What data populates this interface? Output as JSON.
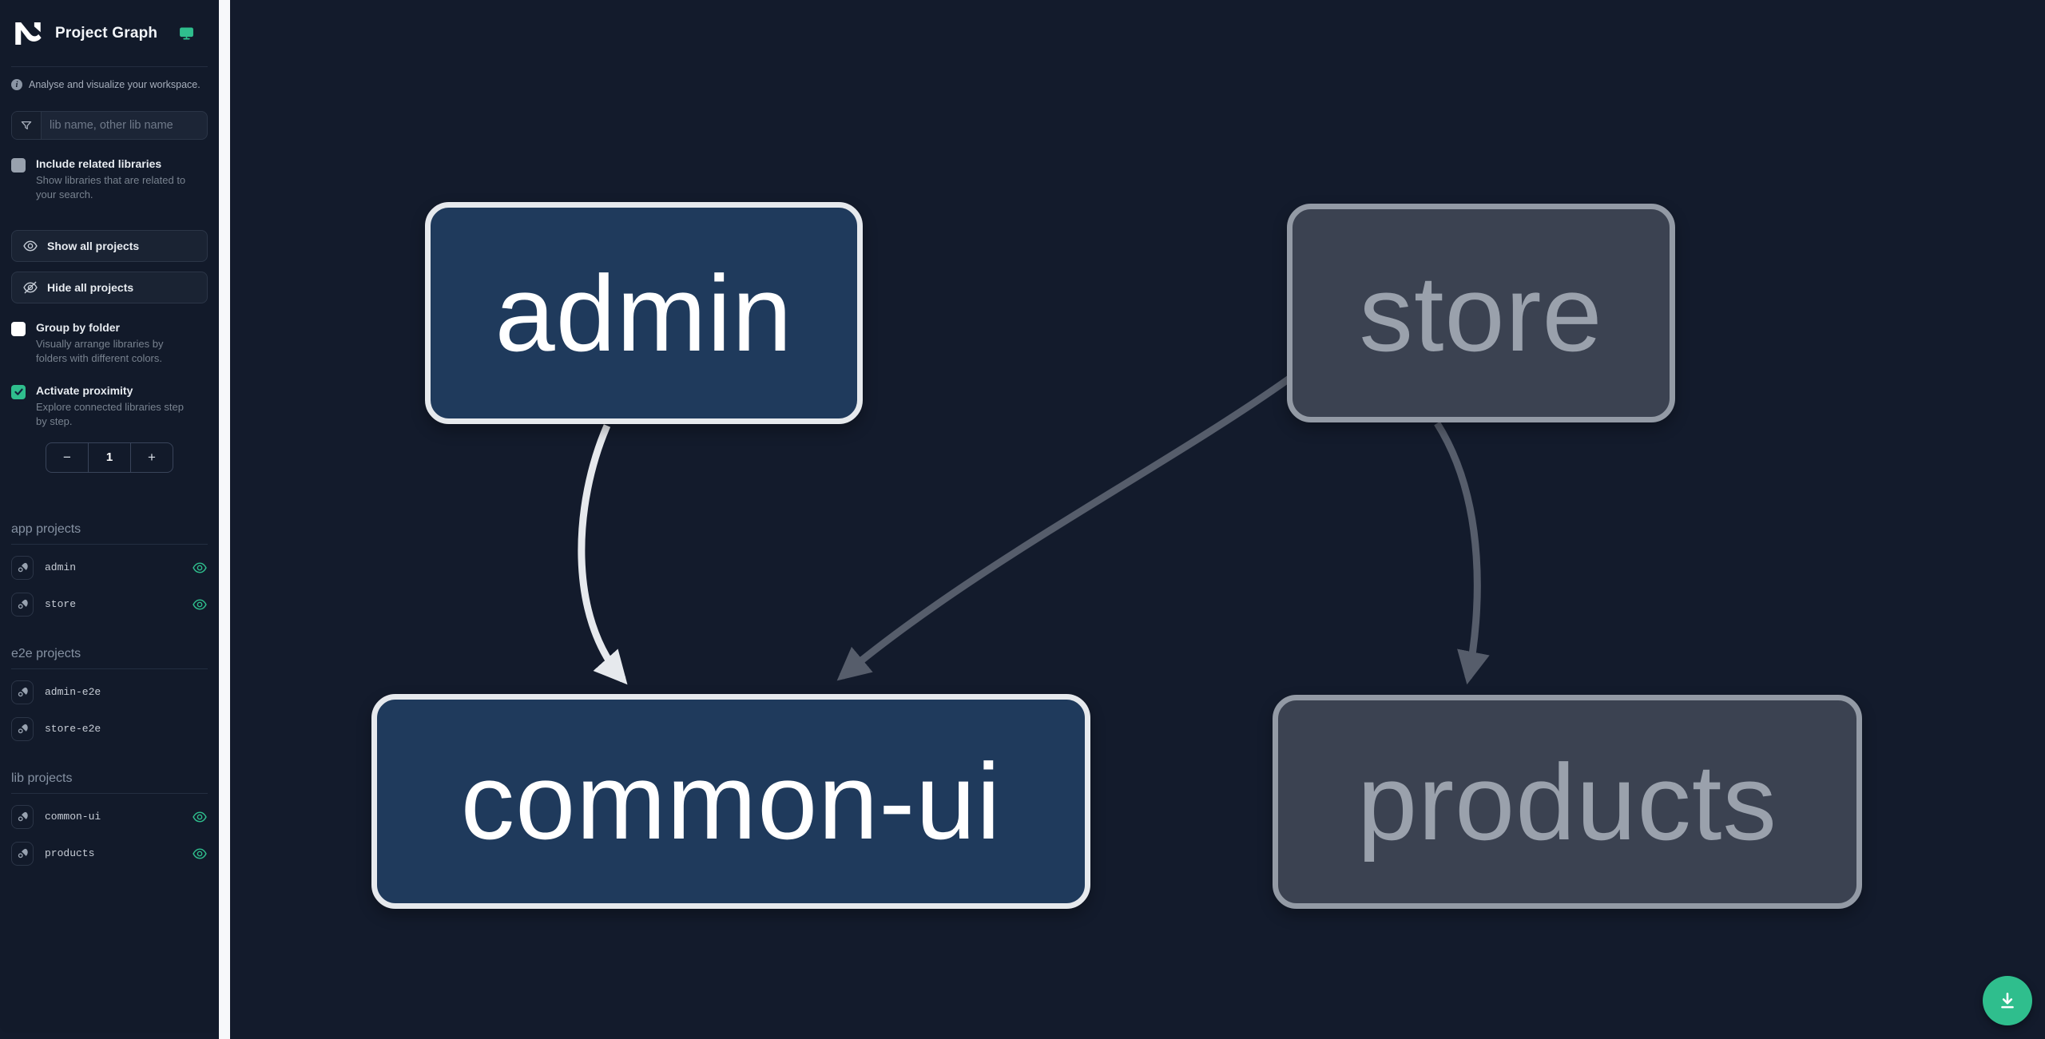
{
  "app": {
    "title": "Project Graph"
  },
  "sidebar": {
    "tagline": "Analyse and visualize your workspace.",
    "filter": {
      "placeholder": "lib name, other lib name"
    },
    "options": {
      "include_related": {
        "label": "Include related libraries",
        "description": "Show libraries that are related to your search.",
        "checked": false
      },
      "group_by_folder": {
        "label": "Group by folder",
        "description": "Visually arrange libraries by folders with different colors.",
        "checked": false
      },
      "activate_proximity": {
        "label": "Activate proximity",
        "description": "Explore connected libraries step by step.",
        "checked": true
      }
    },
    "actions": {
      "show_all": "Show all projects",
      "hide_all": "Hide all projects"
    },
    "proximity": {
      "decrement": "−",
      "value": "1",
      "increment": "+"
    },
    "sections": [
      {
        "title": "app projects",
        "items": [
          {
            "name": "admin",
            "visible": true
          },
          {
            "name": "store",
            "visible": true
          }
        ]
      },
      {
        "title": "e2e projects",
        "items": [
          {
            "name": "admin-e2e",
            "visible": false
          },
          {
            "name": "store-e2e",
            "visible": false
          }
        ]
      },
      {
        "title": "lib projects",
        "items": [
          {
            "name": "common-ui",
            "visible": true
          },
          {
            "name": "products",
            "visible": true
          }
        ]
      }
    ]
  },
  "graph": {
    "nodes": [
      {
        "id": "admin",
        "label": "admin",
        "state": "focused"
      },
      {
        "id": "store",
        "label": "store",
        "state": "muted"
      },
      {
        "id": "common-ui",
        "label": "common-ui",
        "state": "focused"
      },
      {
        "id": "products",
        "label": "products",
        "state": "muted"
      }
    ],
    "edges": [
      {
        "from": "admin",
        "to": "common-ui",
        "state": "focused"
      },
      {
        "from": "store",
        "to": "common-ui",
        "state": "muted"
      },
      {
        "from": "store",
        "to": "products",
        "state": "muted"
      }
    ]
  },
  "fab": {
    "action": "download-graph-image"
  },
  "colors": {
    "accent": "#2fbe8d",
    "canvas_bg": "#131b2c",
    "sidebar_bg": "#121a2a",
    "focused_node_fill": "#1f3a5c",
    "focused_node_border": "#e6e9ed",
    "muted_node_fill": "#3b4251",
    "muted_node_border": "#939aa5",
    "muted_node_text": "#9aa1ac",
    "edge_focused": "#e6e9ed",
    "edge_muted": "#565d6b"
  }
}
